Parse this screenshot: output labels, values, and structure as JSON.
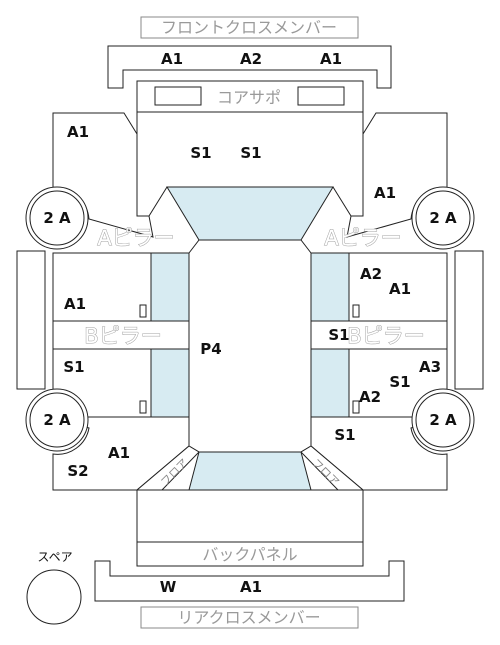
{
  "labels": {
    "front_cross_member": "フロントクロスメンバー",
    "core_support": "コアサポ",
    "a_pillar_left": "Aピラー",
    "a_pillar_right": "Aピラー",
    "b_pillar_left": "Bピラー",
    "b_pillar_right": "Bピラー",
    "back_panel": "バックパネル",
    "rear_cross_member": "リアクロスメンバー",
    "spare": "スペア",
    "floor_left": "フロア",
    "floor_right": "フロア"
  },
  "wheels": {
    "front_left": "2 A",
    "front_right": "2 A",
    "rear_left": "2 A",
    "rear_right": "2 A"
  },
  "grades": {
    "front_a1_left": "A1",
    "front_a2": "A2",
    "front_a1_right": "A1",
    "hood_s1_left": "S1",
    "hood_s1_right": "S1",
    "left_fender": "A1",
    "right_fender": "A1",
    "left_front_door": "A1",
    "left_rear_door": "S1",
    "roof": "P4",
    "right_front_door_a2": "A2",
    "right_front_door_a1": "A1",
    "right_b_pillar": "S1",
    "right_rear_door_a3": "A3",
    "right_rear_door_s1": "S1",
    "right_rear_door_a2": "A2",
    "right_quarter": "S1",
    "left_quarter_a1": "A1",
    "left_quarter_s2": "S2",
    "rear_w": "W",
    "rear_a1": "A1"
  }
}
